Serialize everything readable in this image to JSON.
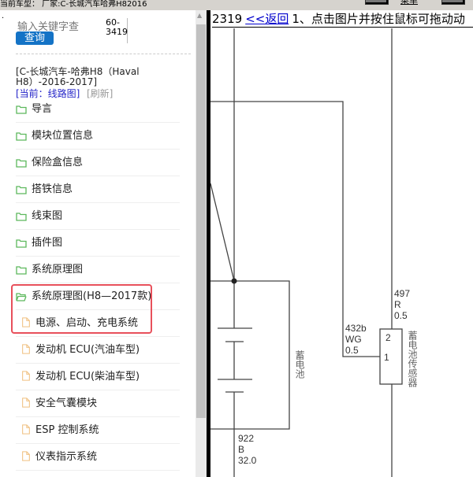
{
  "topbar": {
    "car_model": "当前车型： 厂家:C-长城汽车哈弗H82016",
    "menu_label": "菜单"
  },
  "search": {
    "placeholder": "输入关键字查",
    "button": "查询",
    "code": "60-3419"
  },
  "car_info": {
    "title": "[C-长城汽车-哈弗H8（Haval H8）-2016-2017]",
    "current": "[当前：线路图]",
    "refresh": "[刷新]"
  },
  "sidebar": {
    "items": [
      {
        "label": "导言",
        "icon": "folder-icon"
      },
      {
        "label": "模块位置信息",
        "icon": "folder-icon"
      },
      {
        "label": "保险盒信息",
        "icon": "folder-icon"
      },
      {
        "label": "搭铁信息",
        "icon": "folder-icon"
      },
      {
        "label": "线束图",
        "icon": "folder-icon"
      },
      {
        "label": "插件图",
        "icon": "folder-icon"
      },
      {
        "label": "系统原理图",
        "icon": "folder-icon"
      },
      {
        "label": "系统原理图(H8—2017款)",
        "icon": "folder-open-icon"
      },
      {
        "label": "电源、启动、充电系统",
        "icon": "file-icon"
      },
      {
        "label": "发动机 ECU(汽油车型)",
        "icon": "file-icon"
      },
      {
        "label": "发动机 ECU(柴油车型)",
        "icon": "file-icon"
      },
      {
        "label": "安全气囊模块",
        "icon": "file-icon"
      },
      {
        "label": "ESP 控制系统",
        "icon": "file-icon"
      },
      {
        "label": "仪表指示系统",
        "icon": "file-icon"
      }
    ]
  },
  "viewer": {
    "page": "2319",
    "back": "<<返回",
    "hint": "1、点击图片并按住鼠标可拖动动"
  },
  "diagram": {
    "battery": "蓄电池",
    "sensor": "蓄电池传感器",
    "wire_922": [
      "922",
      "B",
      "32.0"
    ],
    "wire_432b": [
      "432b",
      "WG",
      "0.5"
    ],
    "wire_497": [
      "497",
      "R",
      "0.5"
    ],
    "pin1": "1",
    "pin2": "2"
  },
  "colors": {
    "accent": "#1473c6",
    "highlight": "#e8505b",
    "folder": "#5cb85c",
    "file": "#f0c080"
  }
}
